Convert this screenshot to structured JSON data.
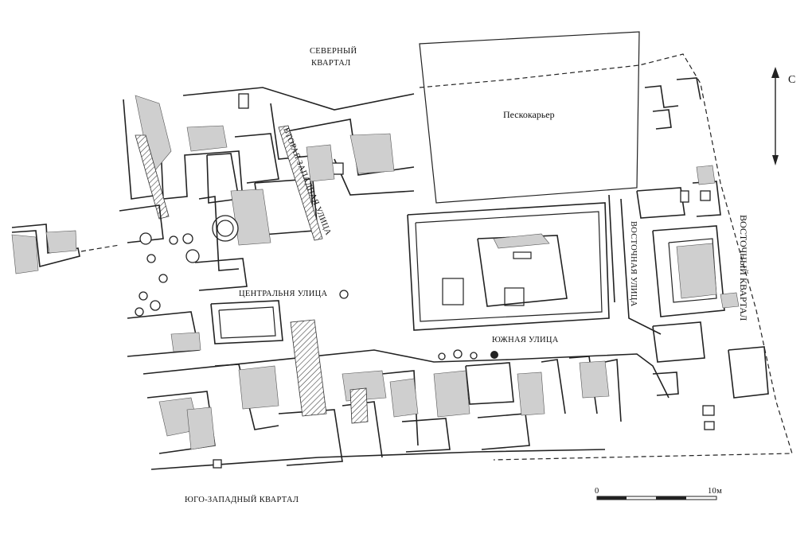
{
  "map": {
    "labels": {
      "north_quarter_line1": "СЕВЕРНЫЙ",
      "north_quarter_line2": "КВАРТАЛ",
      "sand_quarry": "Пескокарьер",
      "second_west_street": "ВТОРАЯ ЗАПАДНАЯ УЛИЦА",
      "central_street": "ЦЕНТРАЛЬНЯ УЛИЦА",
      "south_street": "ЮЖНАЯ УЛИЦА",
      "east_street": "ВОСТОЧНАЯ УЛИЦА",
      "east_quarter": "ВОСТОЧНЫЙ КВАРТАЛ",
      "southwest_quarter": "ЮГО-ЗАПАДНЫЙ КВАРТАЛ"
    },
    "north_arrow": {
      "label": "С"
    },
    "scale_bar": {
      "start_label": "0",
      "end_label": "10м"
    }
  }
}
